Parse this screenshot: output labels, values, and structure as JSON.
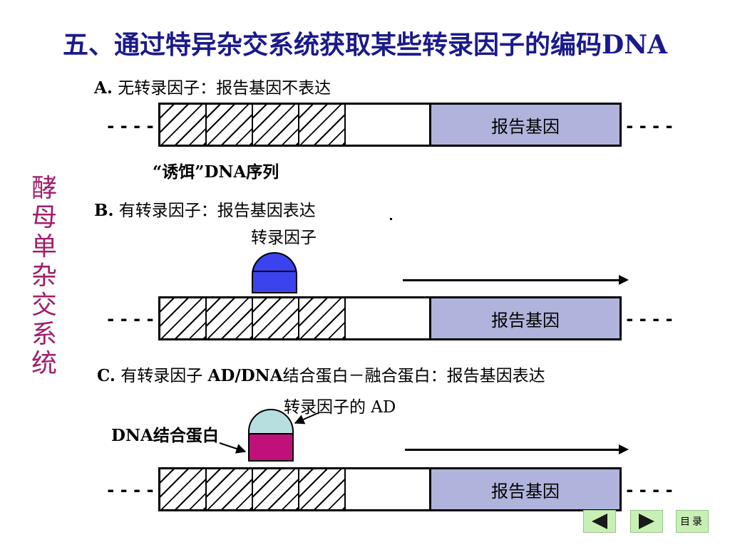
{
  "title": "五、通过特异杂交系统获取某些转录因子的编码DNA",
  "side_label": [
    "酵",
    "母",
    "单",
    "杂",
    "交",
    "系",
    "统"
  ],
  "panel_a": {
    "letter": "A.",
    "caption": " 无转录因子：报告基因不表达",
    "reporter": "报告基因",
    "bait_label": "“诱饵”DNA序列"
  },
  "panel_b": {
    "letter": "B.",
    "caption": " 有转录因子：报告基因表达",
    "tf_label": "转录因子",
    "reporter": "报告基因"
  },
  "panel_c": {
    "letter": "C.",
    "caption_tf": " 有转录因子 ",
    "caption_bold": "AD/DNA",
    "caption_rest": "结合蛋白－融合蛋白：报告基因表达",
    "ad_label": "转录因子的 AD",
    "bd_label": "DNA结合蛋白",
    "reporter": "报告基因"
  },
  "dashes": "----",
  "nav": {
    "menu_label": "目录"
  }
}
